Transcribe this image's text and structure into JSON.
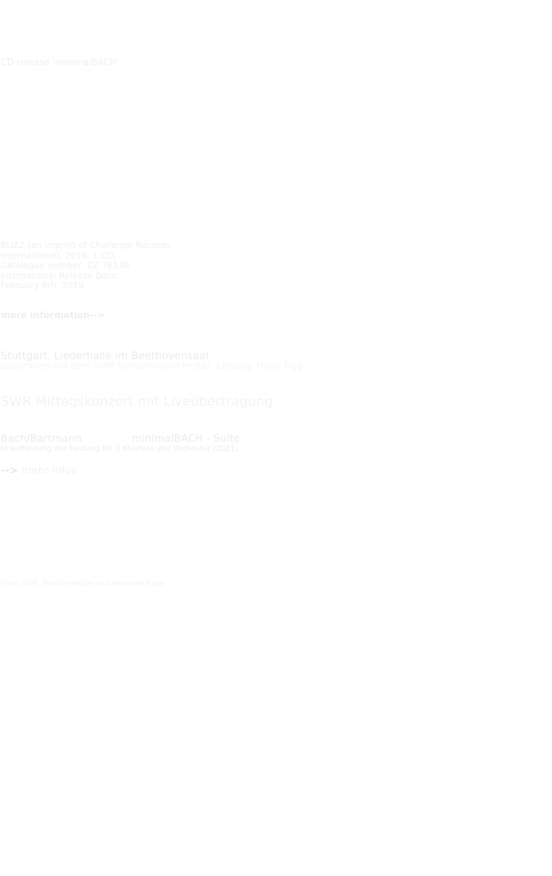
{
  "cd": {
    "title": "CD release 'minimalBACH'",
    "details": [
      "BUZZ (an imprint of Challenge Records",
      "International), 2019, 1 CD,",
      "Catalogue number: ZZ 76130",
      "International Release Date:",
      "February 8th, 2019"
    ],
    "more_link": "more information-->"
  },
  "concert": {
    "venue": "Stuttgart, Liederhalle im Beethovensaal",
    "with": "zusammen mit dem SWR Symphonieorchester, Leitung: Harry Ogg",
    "title": "SWR Mittagskonzert mit Liveübertragung",
    "composer": "Bach/Bartmann",
    "work": "minimalBACH - Suite",
    "premiere": "Uraufführung der Fassung für 2 Klaviere und Orchester (2021)",
    "arrow": "-->",
    "mehr_link": "mehr infos"
  },
  "photo_credit": "Fotos: SWR, Monika Metzger und Alexander Kluge",
  "colors": {
    "background": "#ffffff",
    "text": "#f0f0f0"
  }
}
